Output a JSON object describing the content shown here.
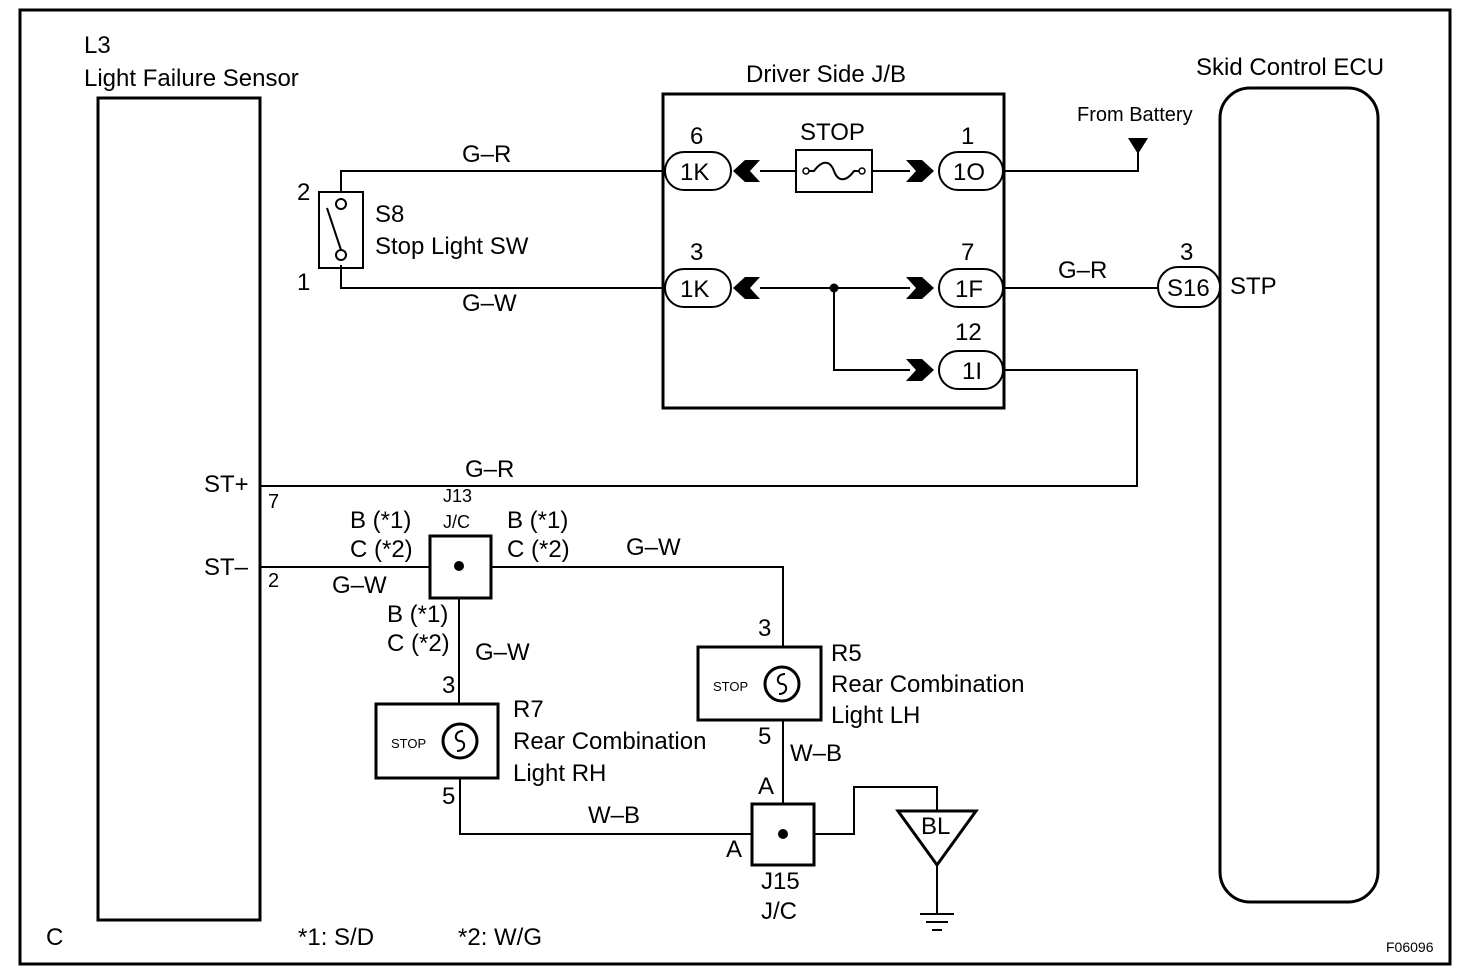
{
  "title": "",
  "components": {
    "light_failure_sensor": {
      "code": "L3",
      "name": "Light Failure Sensor",
      "pin_st_plus": "ST+",
      "pin_st_plus_no": "7",
      "pin_st_minus": "ST–",
      "pin_st_minus_no": "2"
    },
    "junction_box": {
      "name": "Driver Side J/B",
      "fuse": "STOP",
      "connectors": [
        {
          "id": "1K",
          "pin": "6"
        },
        {
          "id": "1O",
          "pin": "1"
        },
        {
          "id": "1K",
          "pin": "3"
        },
        {
          "id": "1F",
          "pin": "7"
        },
        {
          "id": "1I",
          "pin": "12"
        }
      ]
    },
    "skid_control_ecu": {
      "name": "Skid Control ECU",
      "connector": "S16",
      "pin": "3",
      "terminal": "STP"
    },
    "stop_light_switch": {
      "code": "S8",
      "name": "Stop Light SW",
      "pin_top": "2",
      "pin_bottom": "1"
    },
    "battery": {
      "label": "From Battery"
    },
    "j13": {
      "code": "J13",
      "type": "J/C",
      "left_1": "B (*1)",
      "left_2": "C (*2)",
      "right_1": "B (*1)",
      "right_2": "C (*2)",
      "bottom_1": "B (*1)",
      "bottom_2": "C (*2)"
    },
    "rear_lh": {
      "code": "R5",
      "name_1": "Rear Combination",
      "name_2": "Light LH",
      "pin_top": "3",
      "pin_bottom": "5",
      "lamp": "STOP"
    },
    "rear_rh": {
      "code": "R7",
      "name_1": "Rear Combination",
      "name_2": "Light RH",
      "pin_top": "3",
      "pin_bottom": "5",
      "lamp": "STOP"
    },
    "j15": {
      "code": "J15",
      "type": "J/C",
      "pin_top": "A",
      "pin_left": "A"
    },
    "ground": {
      "label": "BL"
    }
  },
  "wires": {
    "w_fuse_switch": "G–R",
    "w_switch_1k": "G–W",
    "w_1f_ecu": "G–R",
    "w_st_plus": "G–R",
    "w_st_minus": "G–W",
    "w_j13_r5": "G–W",
    "w_j13_r7": "G–W",
    "w_r5_j15": "W–B",
    "w_r7_j15": "W–B"
  },
  "notes": {
    "note1": "*1: S/D",
    "note2": "*2: W/G",
    "corner_letter": "C",
    "figure_code": "F06096"
  }
}
